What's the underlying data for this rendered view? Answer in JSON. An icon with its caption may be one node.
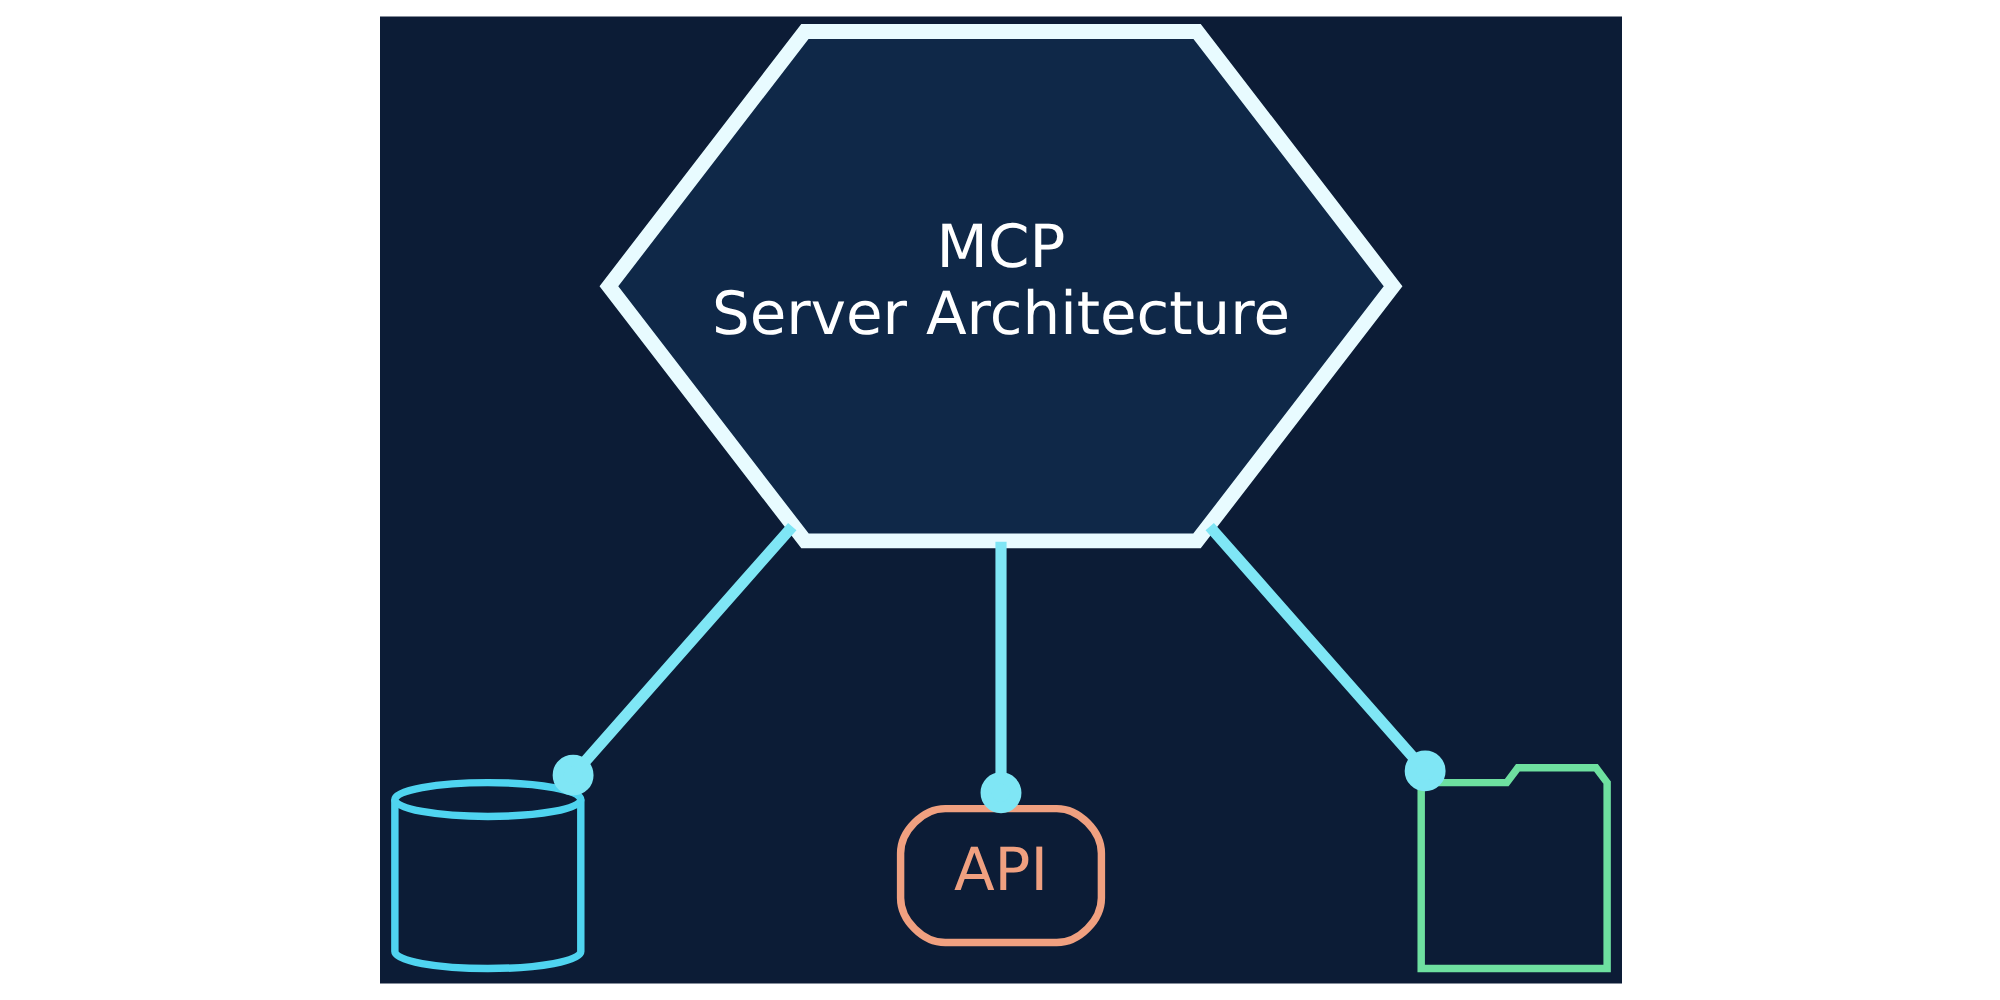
{
  "diagram": {
    "nodes": [
      {
        "text": [],
        "shape": "cylinder"
      },
      {
        "text": [
          "API"
        ]
      },
      {
        "text": [
          "MCP",
          "Server Architecture"
        ]
      },
      {
        "text": [],
        "shape": "folder"
      }
    ],
    "edges": [
      {
        "from": 2,
        "to": 0,
        "arrow": "other"
      },
      {
        "from": 2,
        "to": 1,
        "arrow": "other"
      },
      {
        "from": 2,
        "to": 3,
        "arrow": "other"
      }
    ]
  }
}
